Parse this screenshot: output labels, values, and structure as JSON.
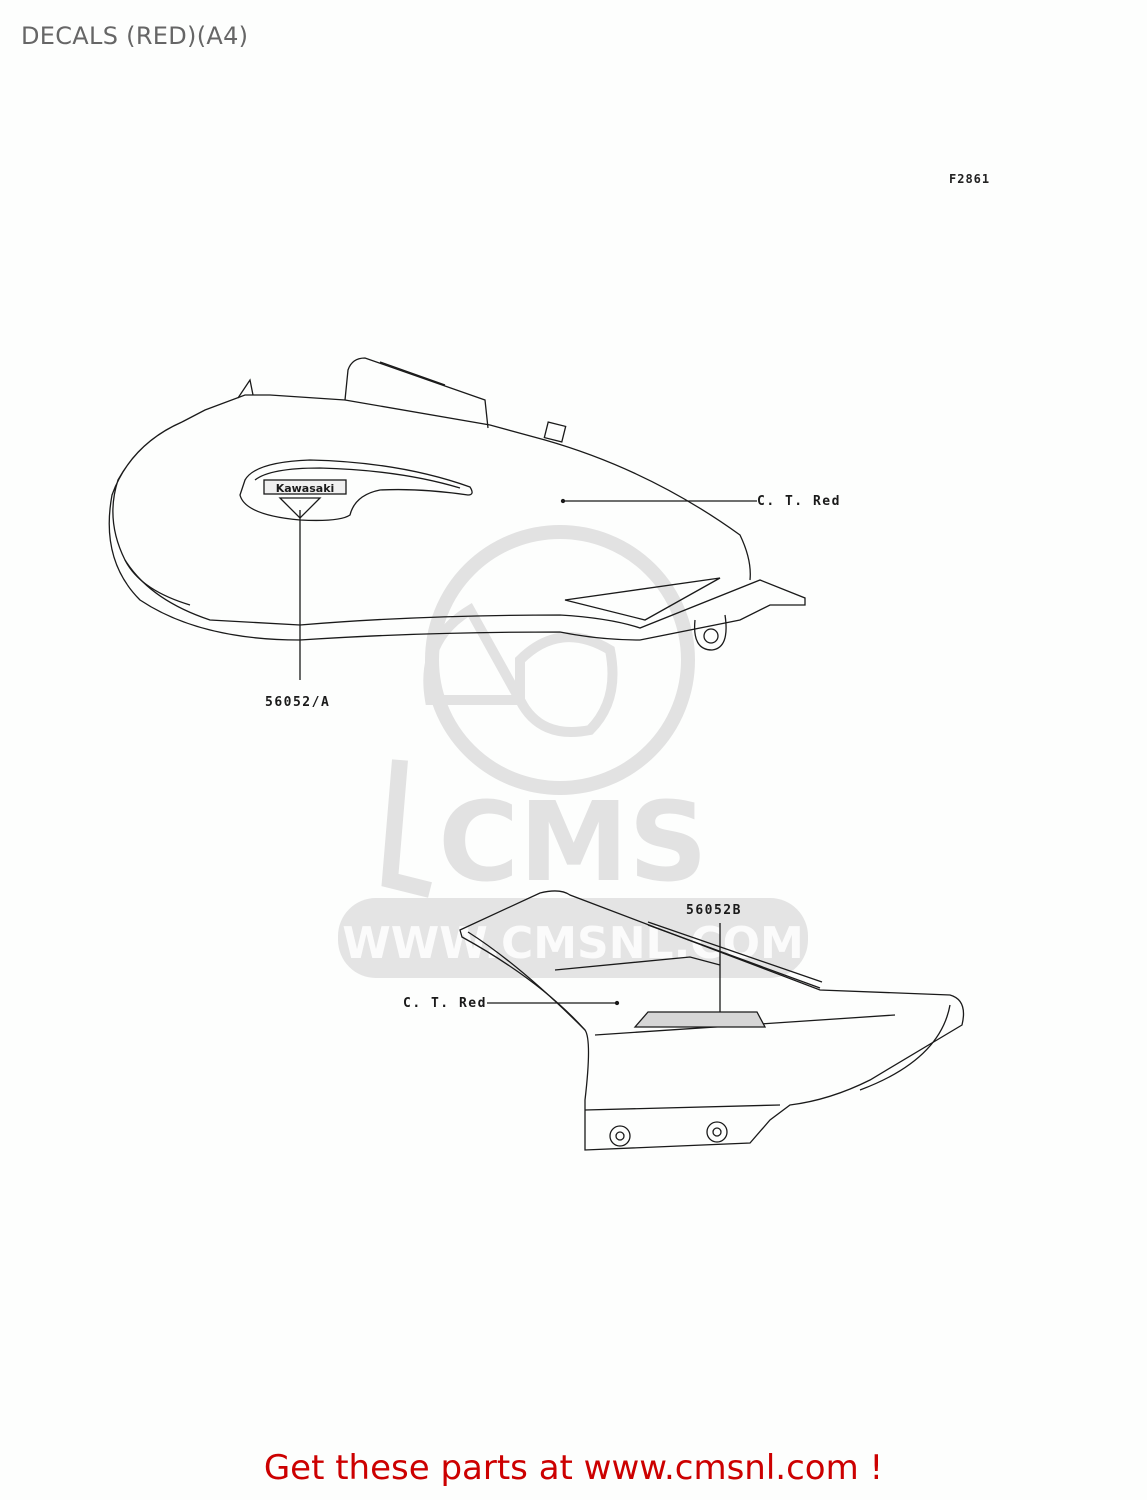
{
  "page": {
    "title": "DECALS (RED)(A4)",
    "figure_code": "F2861"
  },
  "diagram": {
    "parts": [
      {
        "id": "fuel-tank",
        "callouts": [
          {
            "label": "56052/A",
            "target": "tank-emblem-decal"
          },
          {
            "label": "C. T. Red",
            "target": "tank-body-color"
          }
        ],
        "emblem_text": "Kawasaki"
      },
      {
        "id": "side-cover",
        "callouts": [
          {
            "label": "56052B",
            "target": "side-cover-decal"
          },
          {
            "label": "C. T. Red",
            "target": "side-cover-body-color"
          }
        ]
      }
    ],
    "colors": {
      "line": "#1a1a1a",
      "watermark": "#e2e2e2",
      "promo": "#cc0000",
      "title": "#666666"
    }
  },
  "watermark": {
    "brand": "CMS",
    "url": "WWW.CMSNL.COM"
  },
  "footer": {
    "promo_text": "Get these parts at www.cmsnl.com !"
  }
}
